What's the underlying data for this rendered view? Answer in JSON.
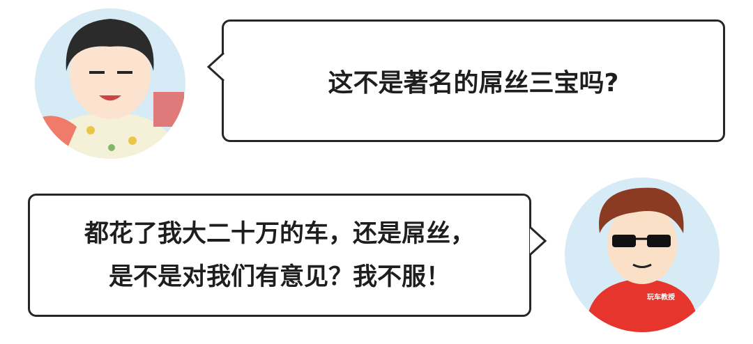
{
  "dialogue": [
    {
      "speaker": "left-character",
      "lines": [
        "这不是著名的屌丝三宝吗?"
      ]
    },
    {
      "speaker": "right-character",
      "lines": [
        "都花了我大二十万的车，还是屌丝，",
        "是不是对我们有意见？我不服！"
      ]
    }
  ],
  "jacket_logo": "玩车教授",
  "colors": {
    "avatar_bg": "#d6ebf6",
    "border": "#262626",
    "jacket": "#e5352c",
    "hair": "#8a3b22"
  }
}
